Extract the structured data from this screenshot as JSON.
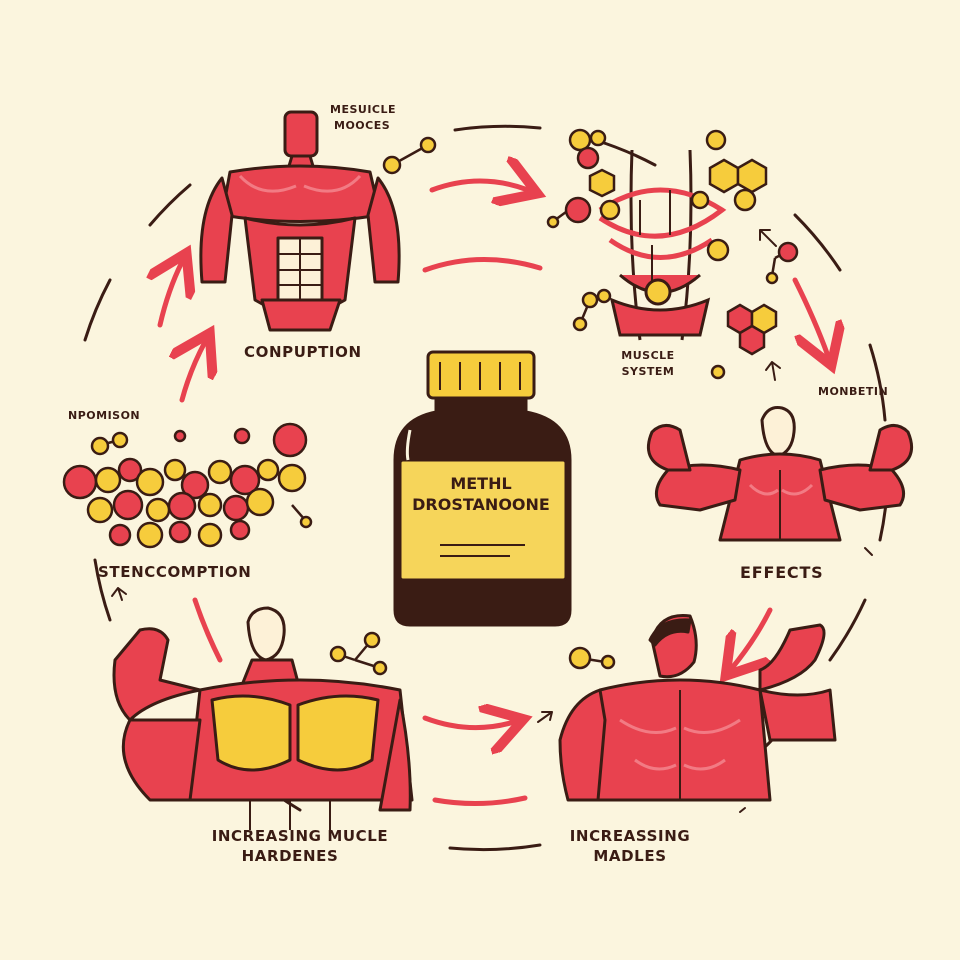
{
  "bottle": {
    "line1": "METHL",
    "line2": "DROSTANOONE"
  },
  "labels": {
    "top_small_1": "MESUICLE",
    "top_small_2": "MOOCES",
    "conpuption": "CONPUPTION",
    "muscle_system_1": "MUSCLE",
    "muscle_system_2": "SYSTEM",
    "monbetin": "MONBETIN",
    "nponison": "NPOMISON",
    "stencomption": "STENCCOMPTION",
    "effects": "EFFECTS",
    "hardness_1": "INCREASING MUCLE",
    "hardness_2": "HARDENES",
    "madles_1": "INCREASSING",
    "madles_2": "MADLES"
  },
  "colors": {
    "background": "#fbf5de",
    "muscle_red": "#e8424f",
    "muscle_light": "#f27b84",
    "outline": "#3a1c14",
    "molecule_yellow": "#f6cc3c",
    "bottle_brown": "#3a1c14",
    "label_yellow": "#f6d55a",
    "skin": "#fdf1d7"
  }
}
